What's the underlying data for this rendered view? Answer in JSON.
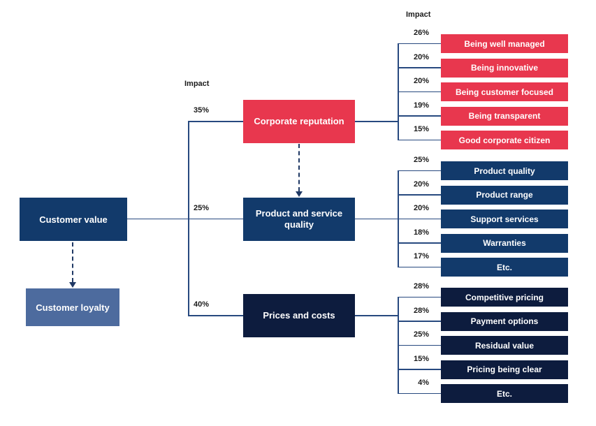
{
  "labels": {
    "impact_left": "Impact",
    "impact_right": "Impact"
  },
  "left_nodes": {
    "customer_value": "Customer value",
    "customer_loyalty": "Customer loyalty"
  },
  "groups": [
    {
      "name": "corporate-reputation",
      "label": "Corporate reputation",
      "impact": "35%",
      "color": "#e8374e",
      "items": [
        {
          "label": "Being well managed",
          "impact": "26%"
        },
        {
          "label": "Being innovative",
          "impact": "20%"
        },
        {
          "label": "Being customer focused",
          "impact": "20%"
        },
        {
          "label": "Being transparent",
          "impact": "19%"
        },
        {
          "label": "Good corporate citizen",
          "impact": "15%"
        }
      ]
    },
    {
      "name": "product-and-service-quality",
      "label": "Product and service quality",
      "impact": "25%",
      "color": "#123a6b",
      "items": [
        {
          "label": "Product quality",
          "impact": "25%"
        },
        {
          "label": "Product range",
          "impact": "20%"
        },
        {
          "label": "Support services",
          "impact": "20%"
        },
        {
          "label": "Warranties",
          "impact": "18%"
        },
        {
          "label": "Etc.",
          "impact": "17%"
        }
      ]
    },
    {
      "name": "prices-and-costs",
      "label": "Prices and costs",
      "impact": "40%",
      "color": "#0d1c3e",
      "items": [
        {
          "label": "Competitive pricing",
          "impact": "28%"
        },
        {
          "label": "Payment options",
          "impact": "28%"
        },
        {
          "label": "Residual value",
          "impact": "25%"
        },
        {
          "label": "Pricing being clear",
          "impact": "15%"
        },
        {
          "label": "Etc.",
          "impact": "4%"
        }
      ]
    }
  ],
  "colors": {
    "customer_value": "#123a6b",
    "customer_loyalty": "#4d6b9e",
    "line": "#27497f",
    "arrow": "#1f3864",
    "label_text": "#1a1a1a"
  }
}
